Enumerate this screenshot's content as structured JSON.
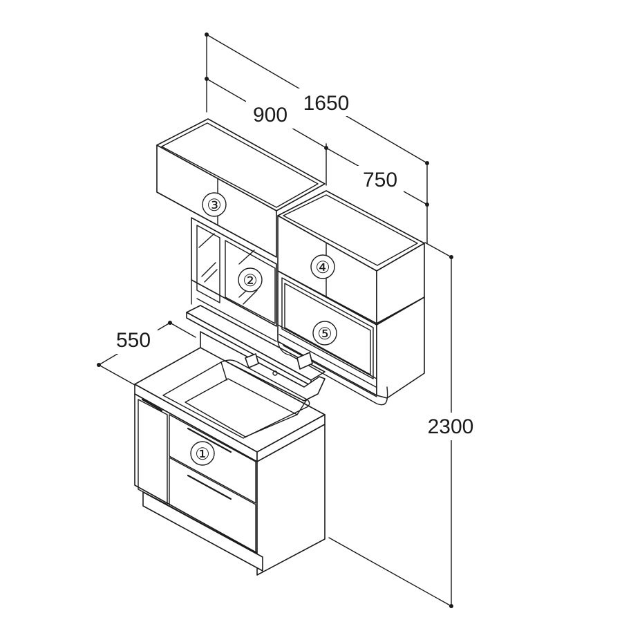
{
  "dimensions": {
    "total_width": "1650",
    "left_width": "900",
    "right_width": "750",
    "depth": "550",
    "height": "2300"
  },
  "callouts": {
    "vanity": "①",
    "mirror": "②",
    "upper_cabinet_left": "③",
    "upper_cabinet_right": "④",
    "side_unit": "⑤"
  }
}
